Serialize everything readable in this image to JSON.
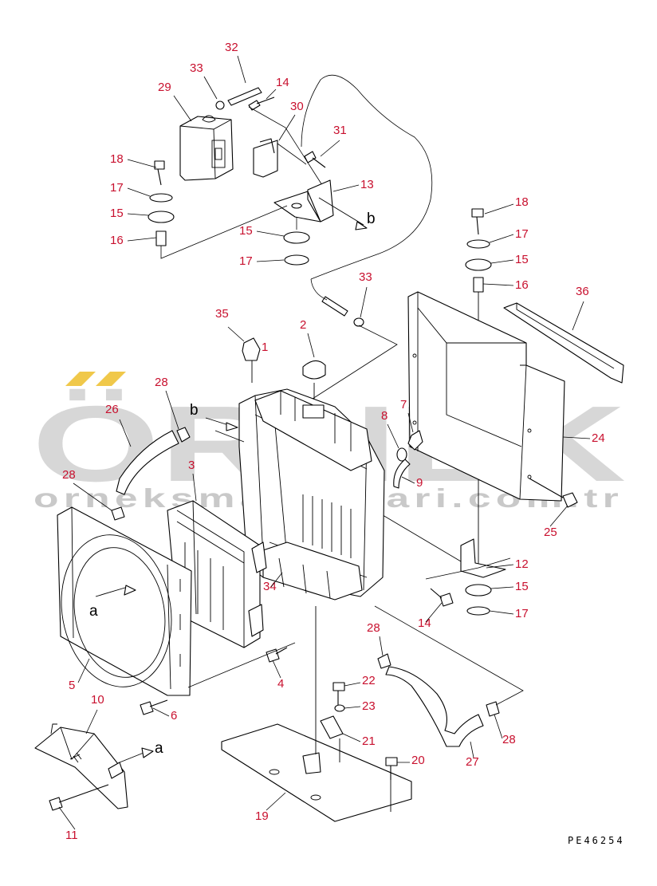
{
  "watermark": {
    "brand": "ÖRNEK",
    "url": "orneksmakinalari.com.tr",
    "accent_color": "#f0c84a",
    "text_color": "#d7d7d7"
  },
  "drawing_code": "PE46254",
  "arrow_labels": {
    "a": "a",
    "b": "b"
  },
  "callout_color": "#c8102e",
  "callouts": [
    {
      "id": "c-32",
      "label": "32"
    },
    {
      "id": "c-33a",
      "label": "33"
    },
    {
      "id": "c-14a",
      "label": "14"
    },
    {
      "id": "c-29",
      "label": "29"
    },
    {
      "id": "c-30",
      "label": "30"
    },
    {
      "id": "c-31",
      "label": "31"
    },
    {
      "id": "c-18a",
      "label": "18"
    },
    {
      "id": "c-17a",
      "label": "17"
    },
    {
      "id": "c-15a",
      "label": "15"
    },
    {
      "id": "c-16a",
      "label": "16"
    },
    {
      "id": "c-13",
      "label": "13"
    },
    {
      "id": "c-15b",
      "label": "15"
    },
    {
      "id": "c-17b",
      "label": "17"
    },
    {
      "id": "c-33b",
      "label": "33"
    },
    {
      "id": "c-18b",
      "label": "18"
    },
    {
      "id": "c-17c",
      "label": "17"
    },
    {
      "id": "c-15c",
      "label": "15"
    },
    {
      "id": "c-16b",
      "label": "16"
    },
    {
      "id": "c-36",
      "label": "36"
    },
    {
      "id": "c-35",
      "label": "35"
    },
    {
      "id": "c-2",
      "label": "2"
    },
    {
      "id": "c-1",
      "label": "1"
    },
    {
      "id": "c-28a",
      "label": "28"
    },
    {
      "id": "c-26",
      "label": "26"
    },
    {
      "id": "c-7",
      "label": "7"
    },
    {
      "id": "c-8",
      "label": "8"
    },
    {
      "id": "c-24",
      "label": "24"
    },
    {
      "id": "c-3",
      "label": "3"
    },
    {
      "id": "c-28b",
      "label": "28"
    },
    {
      "id": "c-9",
      "label": "9"
    },
    {
      "id": "c-25",
      "label": "25"
    },
    {
      "id": "c-12",
      "label": "12"
    },
    {
      "id": "c-34",
      "label": "34"
    },
    {
      "id": "c-15d",
      "label": "15"
    },
    {
      "id": "c-14b",
      "label": "14"
    },
    {
      "id": "c-17d",
      "label": "17"
    },
    {
      "id": "c-28c",
      "label": "28"
    },
    {
      "id": "c-5",
      "label": "5"
    },
    {
      "id": "c-4",
      "label": "4"
    },
    {
      "id": "c-22",
      "label": "22"
    },
    {
      "id": "c-23",
      "label": "23"
    },
    {
      "id": "c-10",
      "label": "10"
    },
    {
      "id": "c-6",
      "label": "6"
    },
    {
      "id": "c-21",
      "label": "21"
    },
    {
      "id": "c-28d",
      "label": "28"
    },
    {
      "id": "c-20",
      "label": "20"
    },
    {
      "id": "c-27",
      "label": "27"
    },
    {
      "id": "c-11",
      "label": "11"
    },
    {
      "id": "c-19",
      "label": "19"
    }
  ]
}
